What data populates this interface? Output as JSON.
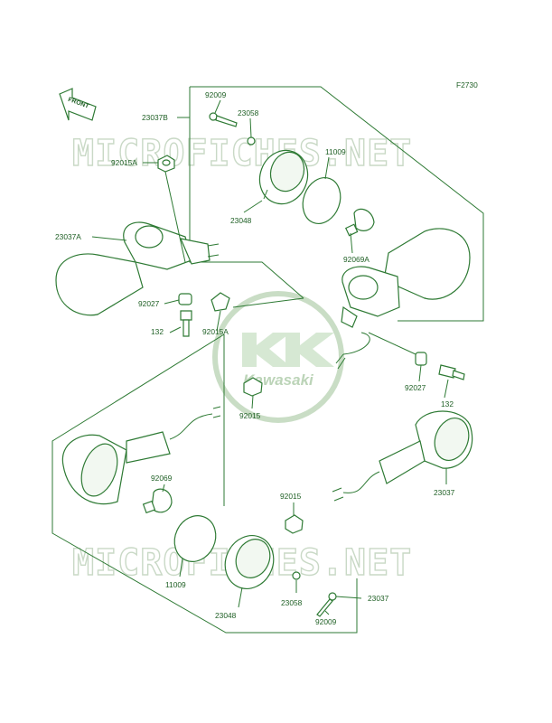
{
  "figure_code": "F2730",
  "front_label": "FRONT",
  "watermark_text": "MICROFICHES.NET",
  "logo_text": "Kawasaki",
  "colors": {
    "line": "#2e7a34",
    "label": "#1e5f24",
    "watermark": "#c9d9c6"
  },
  "labels": {
    "l_92009_top": "92009",
    "l_23058_top": "23058",
    "l_23037B": "23037B",
    "l_11009_top": "11009",
    "l_92015A_top": "92015A",
    "l_23048_top": "23048",
    "l_23037A": "23037A",
    "l_92069A": "92069A",
    "l_92027_left": "92027",
    "l_132_left": "132",
    "l_92015A_mid": "92015A",
    "l_92027_right": "92027",
    "l_132_right": "132",
    "l_92015_mid": "92015",
    "l_92069": "92069",
    "l_92015_low": "92015",
    "l_23037": "23037",
    "l_11009_low": "11009",
    "l_23048_low": "23048",
    "l_23058_low": "23058",
    "l_23037_low": "23037",
    "l_92009_low": "92009"
  }
}
